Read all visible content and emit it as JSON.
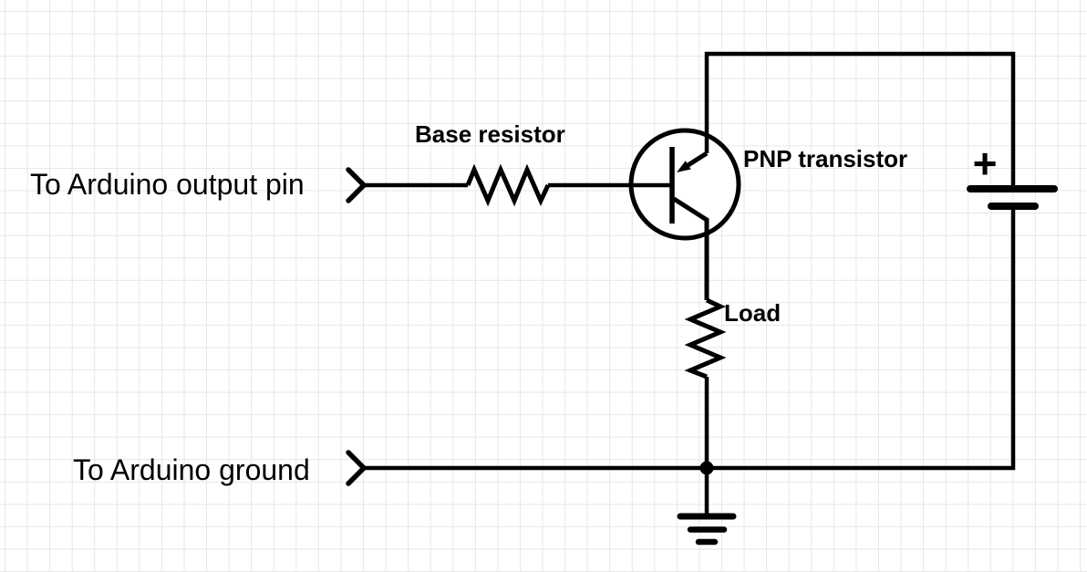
{
  "canvas": {
    "background_color": "#ffffff",
    "grid_color": "#e6e6e6",
    "ink_color": "#000000"
  },
  "labels": {
    "output_pin": "To Arduino output pin",
    "ground_pin": "To Arduino ground",
    "base_resistor": "Base resistor",
    "transistor": "PNP transistor",
    "load": "Load",
    "battery_positive": "+"
  },
  "icons": {
    "output_connector": "chevron-right-connector",
    "ground_connector": "chevron-right-connector",
    "emitter_arrow": "pnp-emitter-arrow-into-base",
    "battery": "battery-cell-long-short-plates",
    "ground_symbol": "earth-ground-three-bars",
    "junction": "solder-junction-dot"
  }
}
